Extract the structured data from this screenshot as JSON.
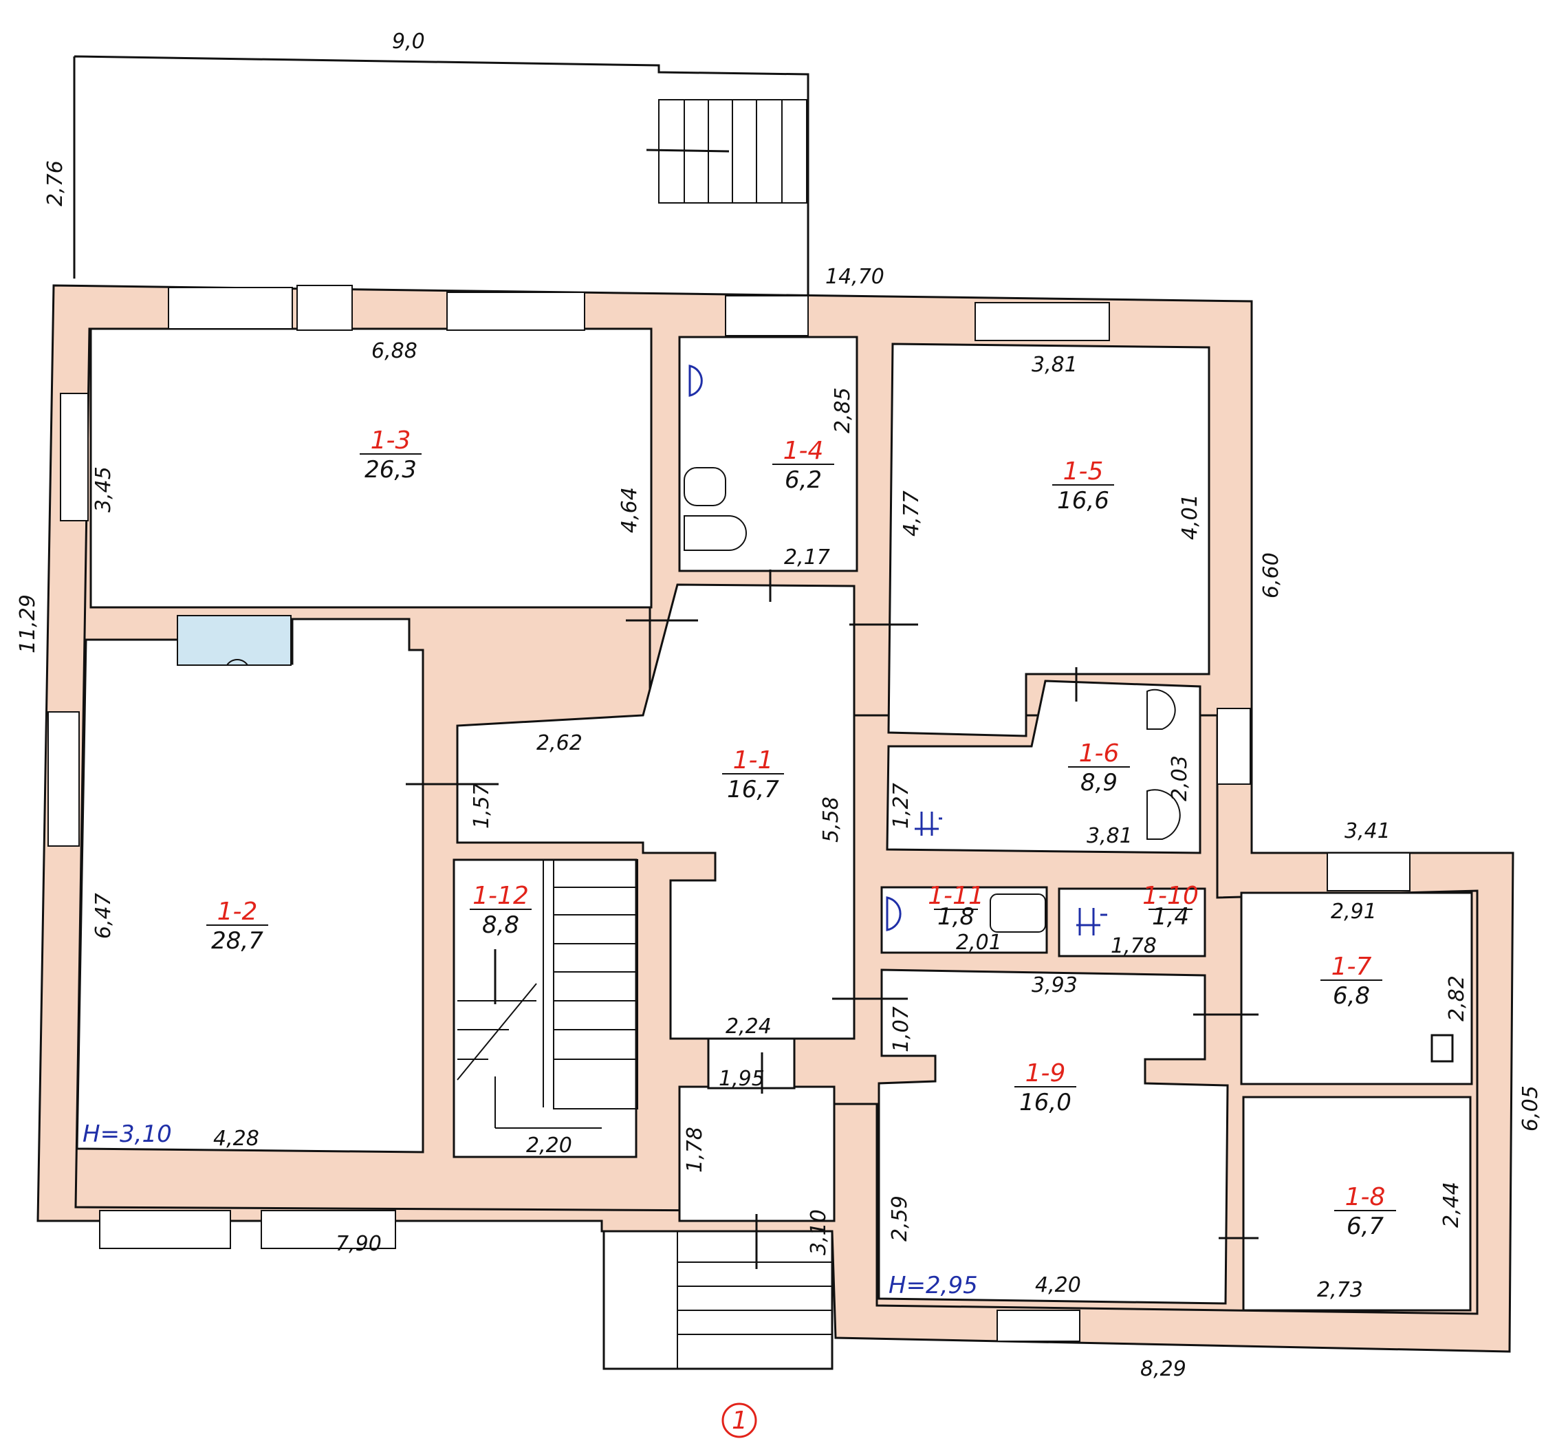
{
  "floor_marker": "1",
  "heights": {
    "left": "H=3,10",
    "right": "H=2,95"
  },
  "outer_dims": {
    "top_porch": "9,0",
    "porch_side": "2,76",
    "top_total": "14,70",
    "left_total": "11,29",
    "right_upper": "6,60",
    "right_lower": "6,05",
    "right_wing_top": "3,41",
    "bottom_left": "7,90",
    "bottom_right": "8,29"
  },
  "rooms": [
    {
      "id": "1-1",
      "area": "16,7",
      "dims": [
        "5,58",
        "2,62",
        "2,24",
        "1,57"
      ]
    },
    {
      "id": "1-2",
      "area": "28,7",
      "dims": [
        "6,47",
        "4,28"
      ]
    },
    {
      "id": "1-3",
      "area": "26,3",
      "dims": [
        "6,88",
        "3,45",
        "4,64"
      ]
    },
    {
      "id": "1-4",
      "area": "6,2",
      "dims": [
        "2,85",
        "2,17"
      ]
    },
    {
      "id": "1-5",
      "area": "16,6",
      "dims": [
        "3,81",
        "4,77",
        "4,01"
      ]
    },
    {
      "id": "1-6",
      "area": "8,9",
      "dims": [
        "2,03",
        "1,27",
        "3,81"
      ]
    },
    {
      "id": "1-7",
      "area": "6,8",
      "dims": [
        "2,91",
        "2,82"
      ]
    },
    {
      "id": "1-8",
      "area": "6,7",
      "dims": [
        "2,44",
        "2,73"
      ]
    },
    {
      "id": "1-9",
      "area": "16,0",
      "dims": [
        "3,93",
        "1,07",
        "2,59",
        "4,20"
      ]
    },
    {
      "id": "1-10",
      "area": "1,4",
      "dims": [
        "1,78"
      ]
    },
    {
      "id": "1-11",
      "area": "1,8",
      "dims": [
        "2,01"
      ]
    },
    {
      "id": "1-12",
      "area": "8,8",
      "dims": [
        "2,20"
      ]
    }
  ],
  "misc_dims": {
    "entrance_width": "1,95",
    "entrance_depth": "1,78",
    "stair_width": "3,10"
  }
}
